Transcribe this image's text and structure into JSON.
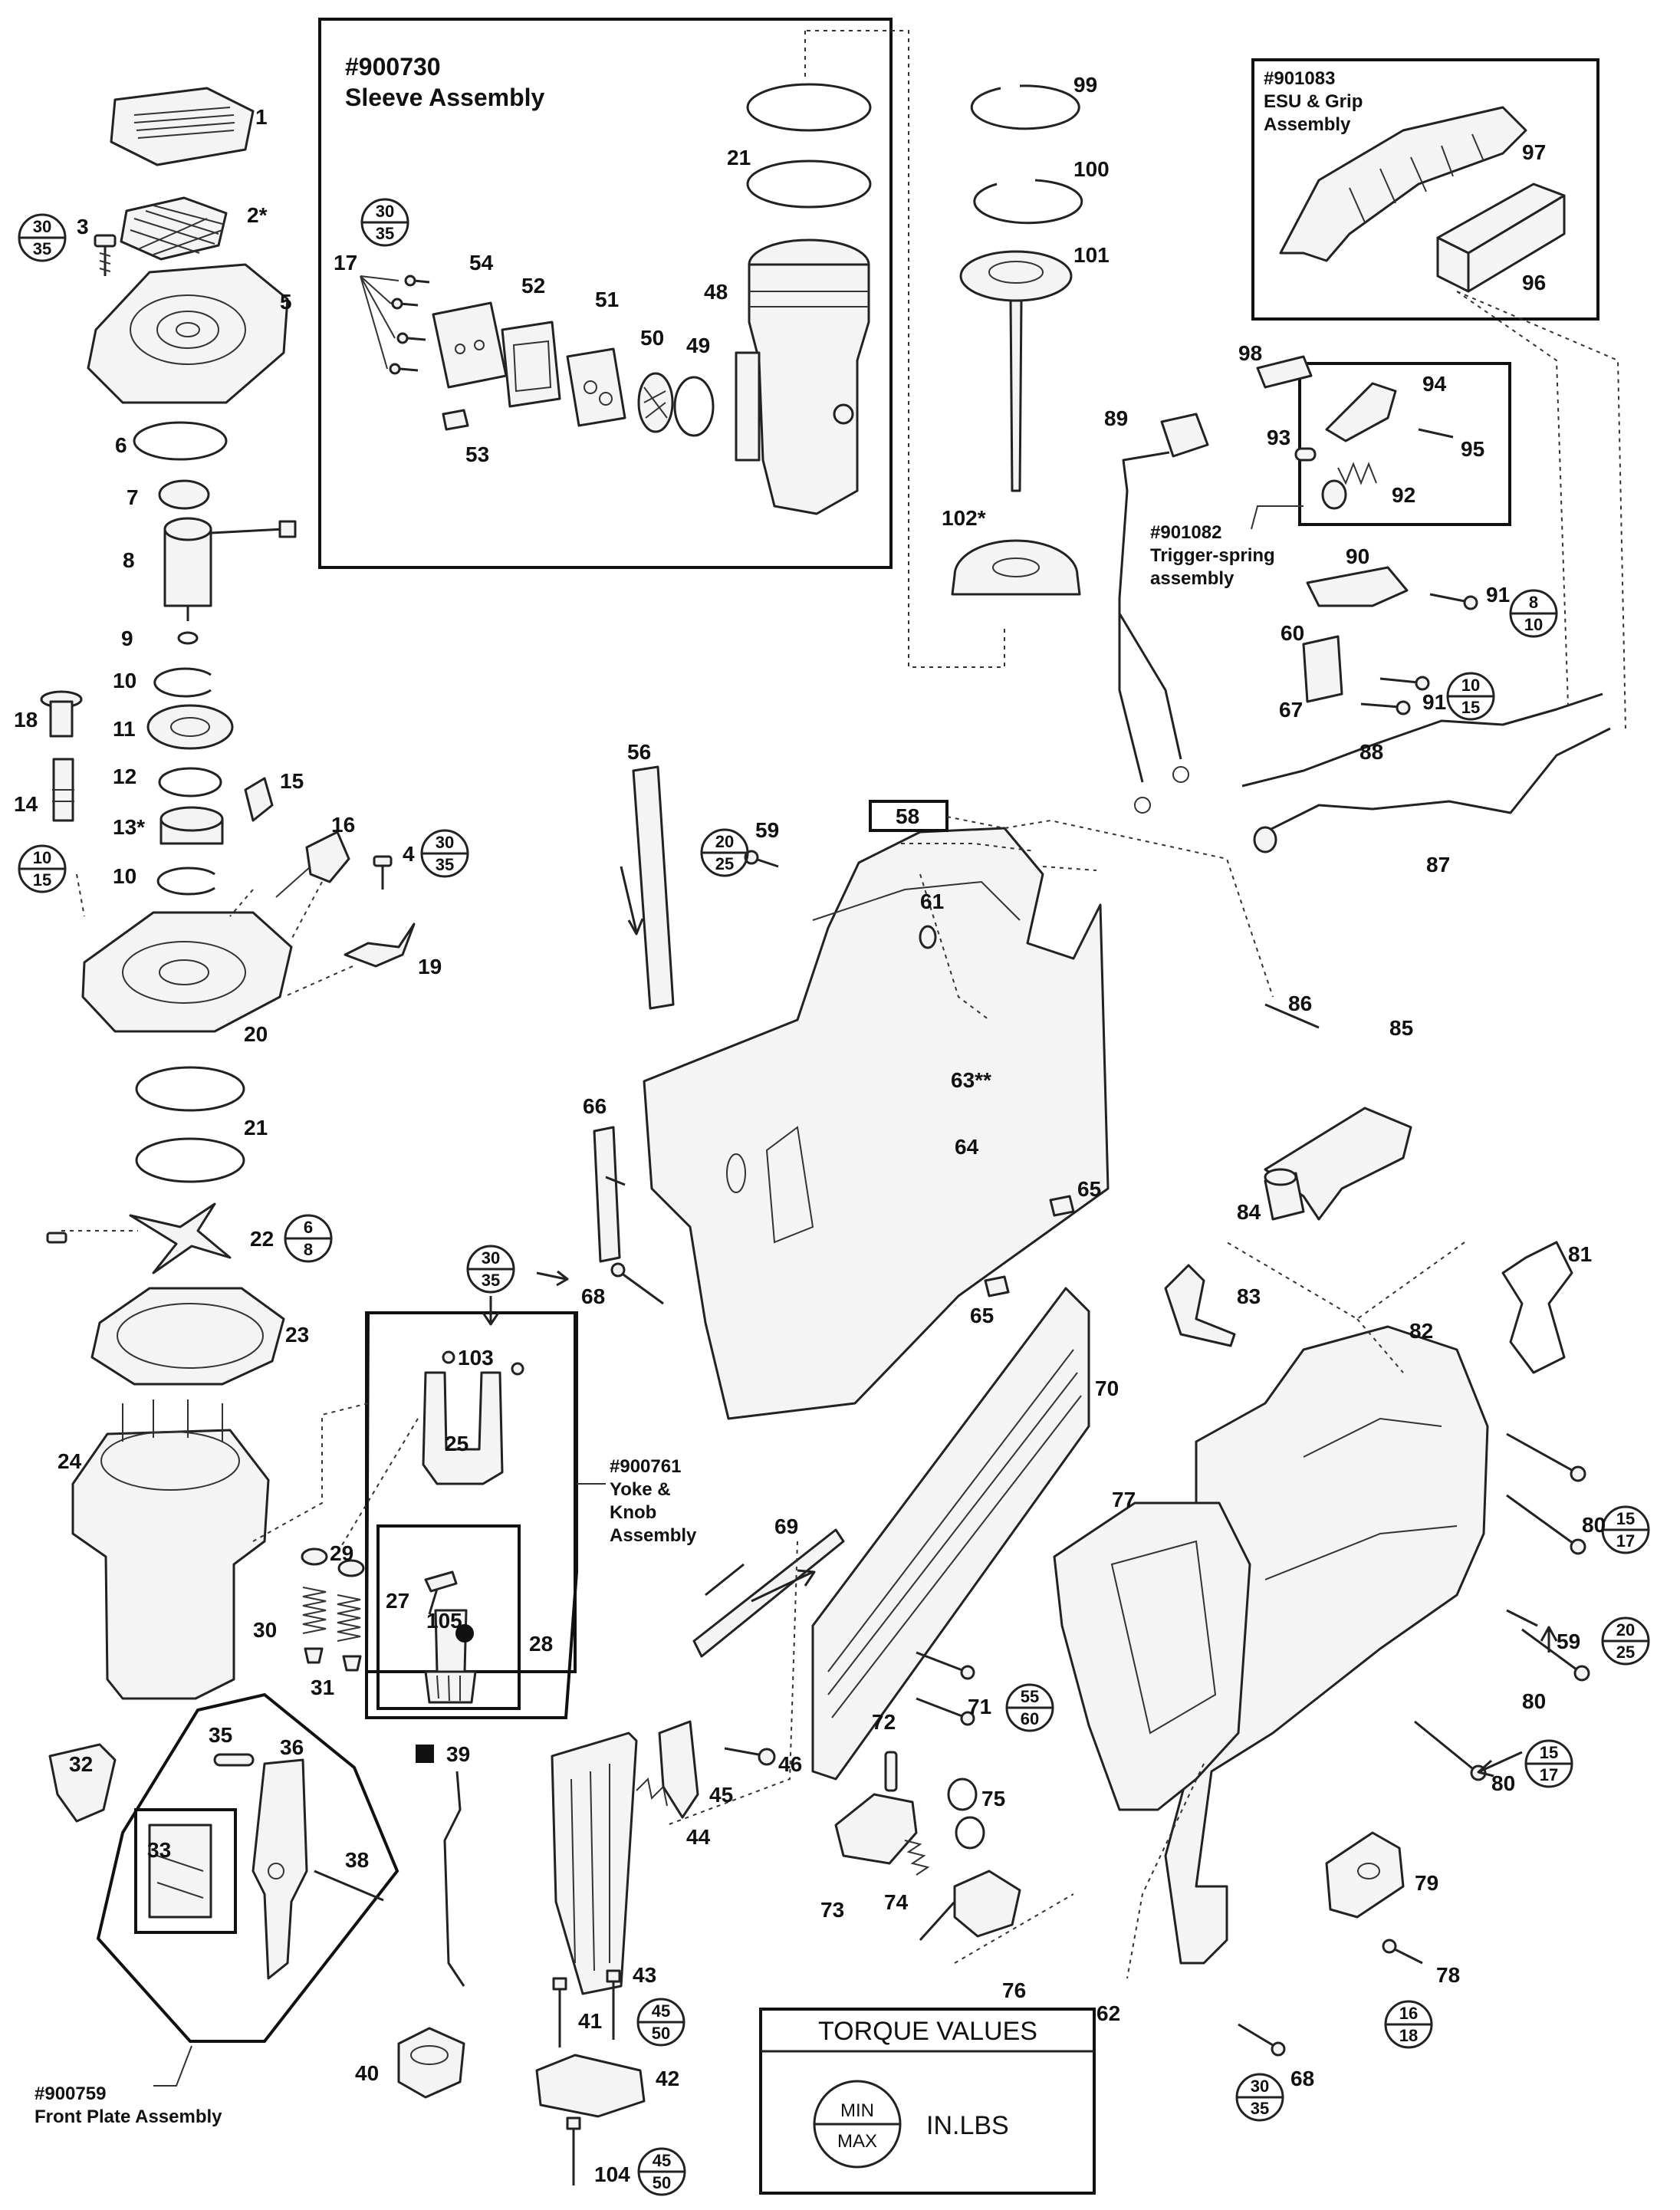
{
  "assemblies": {
    "sleeve": {
      "number": "#900730",
      "name": "Sleeve Assembly"
    },
    "esu": {
      "number": "#901083",
      "name_line1": "ESU & Grip",
      "name_line2": "Assembly"
    },
    "trigger": {
      "number": "#901082",
      "name_line1": "Trigger-spring",
      "name_line2": "assembly"
    },
    "yoke": {
      "number": "#900761",
      "name_line1": "Yoke &",
      "name_line2": "Knob",
      "name_line3": "Assembly"
    },
    "front_plate": {
      "number": "#900759",
      "name": "Front Plate Assembly"
    }
  },
  "torque": [
    {
      "id": "t3",
      "min": "30",
      "max": "35"
    },
    {
      "id": "t14",
      "min": "10",
      "max": "15"
    },
    {
      "id": "t4",
      "min": "30",
      "max": "35"
    },
    {
      "id": "t22",
      "min": "6",
      "max": "8"
    },
    {
      "id": "t17",
      "min": "30",
      "max": "35"
    },
    {
      "id": "t59a",
      "min": "20",
      "max": "25"
    },
    {
      "id": "t91a",
      "min": "8",
      "max": "10"
    },
    {
      "id": "t91b",
      "min": "10",
      "max": "15"
    },
    {
      "id": "t68a",
      "min": "30",
      "max": "35"
    },
    {
      "id": "t80a",
      "min": "15",
      "max": "17"
    },
    {
      "id": "t59b",
      "min": "20",
      "max": "25"
    },
    {
      "id": "t80b",
      "min": "15",
      "max": "17"
    },
    {
      "id": "t71",
      "min": "55",
      "max": "60"
    },
    {
      "id": "t78",
      "min": "16",
      "max": "18"
    },
    {
      "id": "t68b",
      "min": "30",
      "max": "35"
    },
    {
      "id": "t41",
      "min": "45",
      "max": "50"
    },
    {
      "id": "t104",
      "min": "45",
      "max": "50"
    }
  ],
  "labels": {
    "p1": "1",
    "p2": "2*",
    "p3": "3",
    "p4": "4",
    "p5": "5",
    "p6": "6",
    "p7": "7",
    "p8": "8",
    "p9": "9",
    "p10a": "10",
    "p10b": "10",
    "p11": "11",
    "p12": "12",
    "p13": "13*",
    "p14": "14",
    "p15": "15",
    "p16": "16",
    "p17": "17",
    "p18": "18",
    "p19": "19",
    "p20": "20",
    "p21a": "21",
    "p21b": "21",
    "p22": "22",
    "p23": "23",
    "p24": "24",
    "p25": "25",
    "p27": "27",
    "p28": "28",
    "p29": "29",
    "p30": "30",
    "p31": "31",
    "p32": "32",
    "p33": "33",
    "p35": "35",
    "p36": "36",
    "p38": "38",
    "p39": "39",
    "p40": "40",
    "p41": "41",
    "p42": "42",
    "p43": "43",
    "p44": "44",
    "p45": "45",
    "p46": "46",
    "p48": "48",
    "p49": "49",
    "p50": "50",
    "p51": "51",
    "p52": "52",
    "p53": "53",
    "p54": "54",
    "p56": "56",
    "p58": "58",
    "p59a": "59",
    "p59b": "59",
    "p60": "60",
    "p61": "61",
    "p62": "62",
    "p63": "63**",
    "p64": "64",
    "p65a": "65",
    "p65b": "65",
    "p66": "66",
    "p67": "67",
    "p68a": "68",
    "p68b": "68",
    "p69": "69",
    "p70": "70",
    "p71": "71",
    "p72": "72",
    "p73": "73",
    "p74": "74",
    "p75": "75",
    "p76": "76",
    "p77": "77",
    "p78": "78",
    "p79": "79",
    "p80a": "80",
    "p80b": "80",
    "p80c": "80",
    "p81": "81",
    "p82": "82",
    "p83": "83",
    "p84": "84",
    "p85": "85",
    "p86": "86",
    "p87": "87",
    "p88": "88",
    "p89": "89",
    "p90": "90",
    "p91a": "91",
    "p91b": "91",
    "p92": "92",
    "p93": "93",
    "p94": "94",
    "p95": "95",
    "p96": "96",
    "p97": "97",
    "p98": "98",
    "p99": "99",
    "p100": "100",
    "p101": "101",
    "p102": "102*",
    "p103": "103",
    "p105": "105",
    "p104": "104"
  },
  "legend": {
    "title": "TORQUE VALUES",
    "min": "MIN",
    "max": "MAX",
    "unit": "IN.LBS"
  }
}
